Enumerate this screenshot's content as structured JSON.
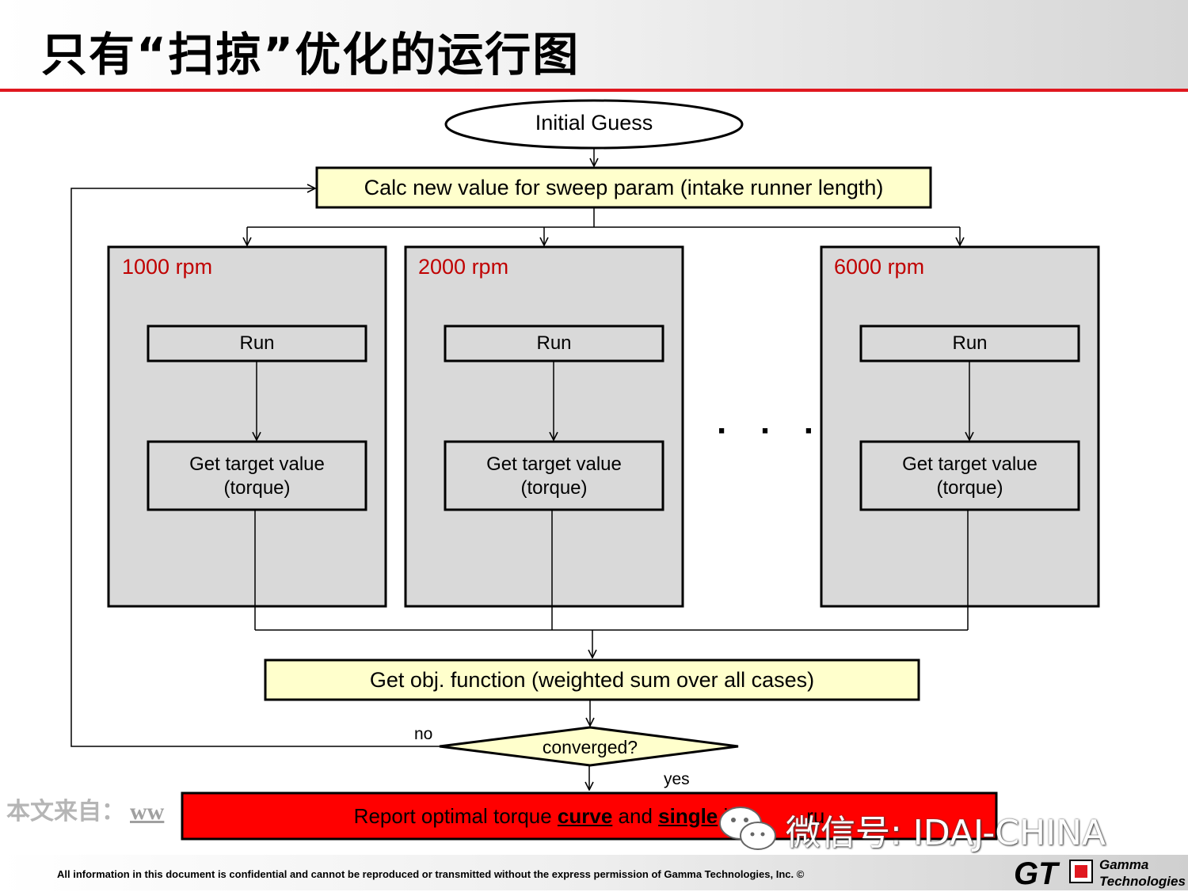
{
  "header": {
    "title": "只有“扫掠”优化的运行图"
  },
  "flow": {
    "start": "Initial Guess",
    "calc": "Calc new value for sweep param (intake runner length)",
    "cases": [
      {
        "rpm": "1000 rpm",
        "run": "Run",
        "get_line1": "Get target value",
        "get_line2": "(torque)"
      },
      {
        "rpm": "2000 rpm",
        "run": "Run",
        "get_line1": "Get target value",
        "get_line2": "(torque)"
      },
      {
        "rpm": "6000 rpm",
        "run": "Run",
        "get_line1": "Get target value",
        "get_line2": "(torque)"
      }
    ],
    "ellipsis": "· · ·",
    "objective": "Get obj. function (weighted sum over all cases)",
    "decision": "converged?",
    "no_label": "no",
    "yes_label": "yes",
    "report": {
      "part1": "Report optimal torque ",
      "bold1": "curve",
      "part2": " and  ",
      "bold2": "single",
      "part3": " int",
      "tail": " ru"
    }
  },
  "watermarks": {
    "left_prefix": "本文来自：",
    "left_url": "ww",
    "right": "微信号: IDAJ-CHINA"
  },
  "footer": {
    "notice": "All information in this document is confidential and cannot be reproduced or transmitted without the express permission of Gamma Technologies, Inc. ©",
    "logo_text": "GT",
    "company_line1": "Gamma",
    "company_line2": "Technologies"
  },
  "colors": {
    "accent_red": "#e0181f",
    "box_yellow": "#ffffcc",
    "case_gray": "#d9d9d9",
    "rpm_red": "#c00000",
    "report_red": "#ff0000"
  }
}
